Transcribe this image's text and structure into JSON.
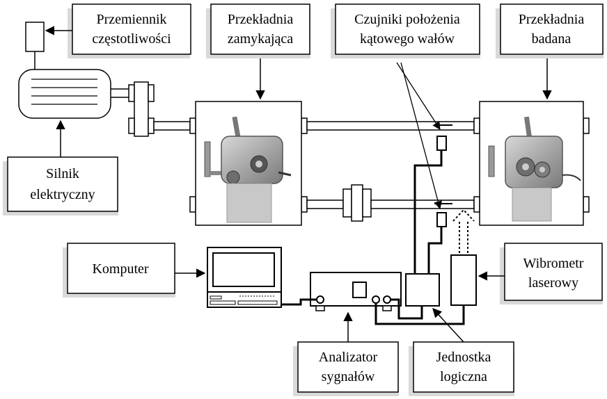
{
  "labels": {
    "frequency_converter": [
      "Przemiennik",
      "częstotliwości"
    ],
    "closing_gear": [
      "Przekładnia",
      "zamykająca"
    ],
    "angle_sensors": [
      "Czujniki położenia",
      "kątowego wałów"
    ],
    "tested_gear": [
      "Przekładnia",
      "badana"
    ],
    "electric_motor": [
      "Silnik",
      "elektryczny"
    ],
    "computer": "Komputer",
    "laser_vibrometer": [
      "Wibrometr",
      "laserowy"
    ],
    "signal_analyzer": [
      "Analizator",
      "sygnałów"
    ],
    "logic_unit": [
      "Jednostka",
      "logiczna"
    ]
  },
  "colors": {
    "line": "#000000",
    "box_fill": "#ffffff",
    "shadow": "#d9d9d9",
    "gearbox_body": "#b8b8b8",
    "gearbox_dark": "#6e6e6e"
  }
}
